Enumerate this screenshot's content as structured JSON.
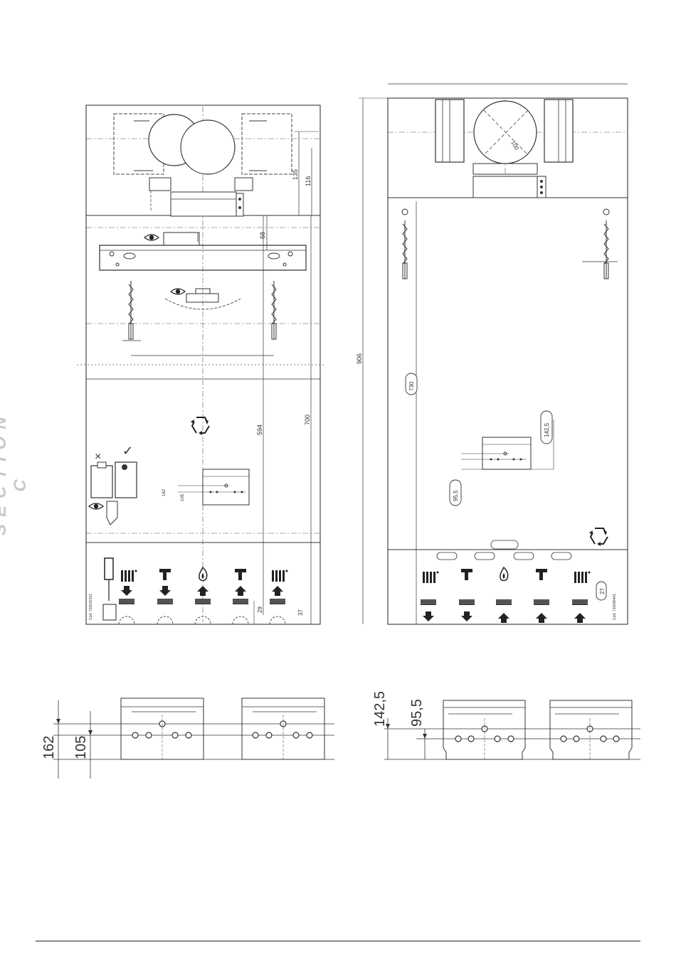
{
  "section_label": "SECTION C",
  "left_template": {
    "code": "Cod. 720032101",
    "dims": {
      "d135": "135",
      "d116": "116",
      "d68": "68",
      "d594": "594",
      "d700": "700",
      "d162": "162",
      "d105": "105",
      "d29": "29",
      "d37": "37"
    },
    "gauge": {
      "wrong_mark": "×",
      "right_mark": "✓"
    }
  },
  "right_template": {
    "code": "Cod. 710096401",
    "dims": {
      "d906": "906",
      "d730": "730",
      "d100": "100",
      "d142_5": "142,5",
      "d95_5": "95,5",
      "d27": "27"
    }
  },
  "detail_left": {
    "d162": "162",
    "d105": "105"
  },
  "detail_right": {
    "d142_5": "142,5",
    "d95_5": "95,5"
  },
  "icons": [
    "eye-icon",
    "drill-bit-icon",
    "recycle-icon",
    "radiator-icon",
    "tap-icon",
    "gas-flame-icon",
    "arrow-down-icon",
    "arrow-up-icon",
    "hand-icon",
    "safety-valve-icon"
  ]
}
